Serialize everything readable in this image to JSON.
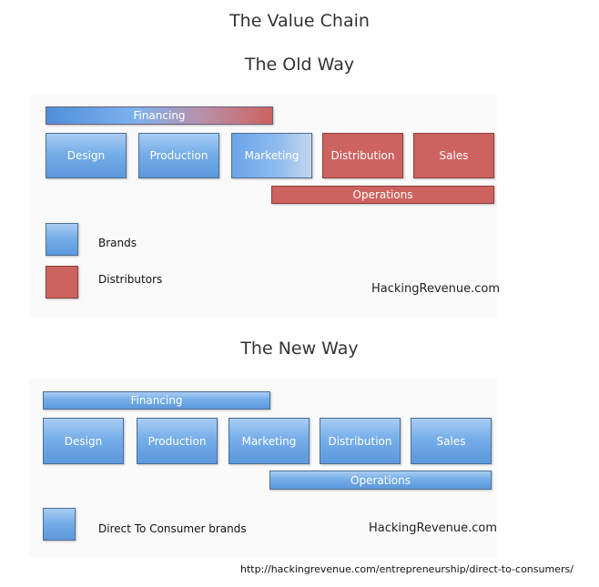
{
  "title": "The Value Chain",
  "old_way": {
    "heading": "The Old Way",
    "financing": "Financing",
    "stages": [
      "Design",
      "Production",
      "Marketing",
      "Distribution",
      "Sales"
    ],
    "operations": "Operations",
    "legend": {
      "brands": "Brands",
      "distributors": "Distributors"
    },
    "watermark": "HackingRevenue.com"
  },
  "new_way": {
    "heading": "The New Way",
    "financing": "Financing",
    "stages": [
      "Design",
      "Production",
      "Marketing",
      "Distribution",
      "Sales"
    ],
    "operations": "Operations",
    "legend": {
      "dtc": "Direct To Consumer brands"
    },
    "watermark": "HackingRevenue.com"
  },
  "url": "http://hackingrevenue.com/entrepreneurship/direct-to-consumers/",
  "colors": {
    "brand_blue": "#76aee9",
    "distributor_red": "#cd6360"
  }
}
